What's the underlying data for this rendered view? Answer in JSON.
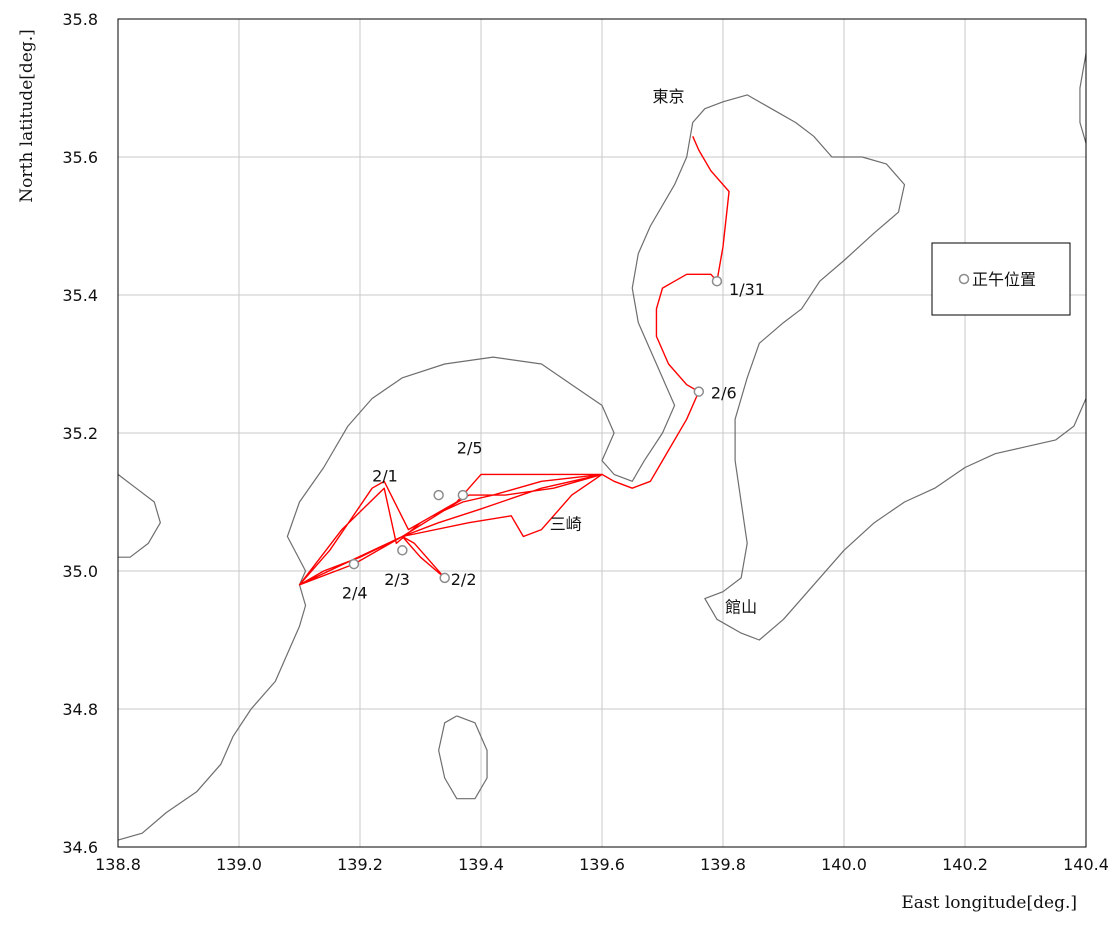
{
  "chart_data": {
    "type": "map",
    "xlabel": "East longitude[deg.]",
    "ylabel": "North latitude[deg.]",
    "xlim": [
      138.8,
      140.4
    ],
    "ylim": [
      34.6,
      35.8
    ],
    "xticks": [
      138.8,
      139.0,
      139.2,
      139.4,
      139.6,
      139.8,
      140.0,
      140.2,
      140.4
    ],
    "yticks": [
      34.6,
      34.8,
      35.0,
      35.2,
      35.4,
      35.6,
      35.8
    ],
    "xtick_labels": [
      "138.8",
      "139.0",
      "139.2",
      "139.4",
      "139.6",
      "139.8",
      "140.0",
      "140.2",
      "140.4"
    ],
    "ytick_labels": [
      "34.6",
      "34.8",
      "35.0",
      "35.2",
      "35.4",
      "35.6",
      "35.8"
    ],
    "grid": true,
    "legend": {
      "label": "正午位置",
      "position": "right"
    },
    "track_color": "#ff0000",
    "coast_color": "#6e6e6e",
    "marker_color": "#8c8c8c",
    "track": [
      [
        139.75,
        35.63
      ],
      [
        139.76,
        35.61
      ],
      [
        139.78,
        35.58
      ],
      [
        139.81,
        35.55
      ],
      [
        139.8,
        35.47
      ],
      [
        139.79,
        35.42
      ],
      [
        139.78,
        35.43
      ],
      [
        139.76,
        35.43
      ],
      [
        139.74,
        35.43
      ],
      [
        139.72,
        35.42
      ],
      [
        139.7,
        35.41
      ],
      [
        139.69,
        35.38
      ],
      [
        139.69,
        35.34
      ],
      [
        139.71,
        35.3
      ],
      [
        139.74,
        35.27
      ],
      [
        139.76,
        35.26
      ],
      [
        139.74,
        35.22
      ],
      [
        139.7,
        35.16
      ],
      [
        139.68,
        35.13
      ],
      [
        139.65,
        35.12
      ],
      [
        139.62,
        35.13
      ],
      [
        139.6,
        35.14
      ],
      [
        139.5,
        35.13
      ],
      [
        139.42,
        35.11
      ],
      [
        139.37,
        35.1
      ],
      [
        139.32,
        35.08
      ],
      [
        139.28,
        35.06
      ],
      [
        139.24,
        35.13
      ],
      [
        139.22,
        35.12
      ],
      [
        139.15,
        35.03
      ],
      [
        139.1,
        34.98
      ],
      [
        139.14,
        35.0
      ],
      [
        139.2,
        35.02
      ],
      [
        139.27,
        35.05
      ],
      [
        139.29,
        35.04
      ],
      [
        139.34,
        34.99
      ],
      [
        139.3,
        35.02
      ],
      [
        139.27,
        35.05
      ],
      [
        139.33,
        35.07
      ],
      [
        139.4,
        35.09
      ],
      [
        139.5,
        35.12
      ],
      [
        139.6,
        35.14
      ],
      [
        139.55,
        35.11
      ],
      [
        139.5,
        35.06
      ],
      [
        139.47,
        35.05
      ],
      [
        139.45,
        35.08
      ],
      [
        139.38,
        35.07
      ],
      [
        139.27,
        35.05
      ],
      [
        139.19,
        35.01
      ],
      [
        139.1,
        34.98
      ],
      [
        139.17,
        35.06
      ],
      [
        139.24,
        35.12
      ],
      [
        139.26,
        35.04
      ],
      [
        139.3,
        35.07
      ],
      [
        139.36,
        35.1
      ],
      [
        139.38,
        35.12
      ],
      [
        139.4,
        35.14
      ],
      [
        139.47,
        35.14
      ],
      [
        139.6,
        35.14
      ],
      [
        139.52,
        35.12
      ],
      [
        139.44,
        35.11
      ],
      [
        139.38,
        35.11
      ],
      [
        139.27,
        35.05
      ],
      [
        139.1,
        34.98
      ]
    ],
    "noon_positions": [
      {
        "label": "1/31",
        "lon": 139.79,
        "lat": 35.42
      },
      {
        "label": "2/1",
        "lon": 139.33,
        "lat": 35.11
      },
      {
        "label": "2/2",
        "lon": 139.34,
        "lat": 34.99
      },
      {
        "label": "2/3",
        "lon": 139.27,
        "lat": 35.03
      },
      {
        "label": "2/4",
        "lon": 139.19,
        "lat": 35.01
      },
      {
        "label": "2/5",
        "lon": 139.37,
        "lat": 35.11
      },
      {
        "label": "2/6",
        "lon": 139.76,
        "lat": 35.26
      }
    ],
    "date_labels": [
      {
        "text": "1/31",
        "lon": 139.81,
        "lat": 35.4
      },
      {
        "text": "2/1",
        "lon": 139.22,
        "lat": 35.13
      },
      {
        "text": "2/2",
        "lon": 139.35,
        "lat": 34.98
      },
      {
        "text": "2/3",
        "lon": 139.24,
        "lat": 34.98
      },
      {
        "text": "2/4",
        "lon": 139.17,
        "lat": 34.96
      },
      {
        "text": "2/5",
        "lon": 139.36,
        "lat": 35.17
      },
      {
        "text": "2/6",
        "lon": 139.78,
        "lat": 35.25
      }
    ],
    "places": [
      {
        "name": "東京",
        "lon": 139.71,
        "lat": 35.68
      },
      {
        "name": "三崎",
        "lon": 139.54,
        "lat": 35.06
      },
      {
        "name": "館山",
        "lon": 139.83,
        "lat": 34.94
      }
    ],
    "coastlines": [
      [
        [
          138.8,
          35.14
        ],
        [
          138.83,
          35.12
        ],
        [
          138.86,
          35.1
        ],
        [
          138.87,
          35.07
        ],
        [
          138.85,
          35.04
        ],
        [
          138.82,
          35.02
        ],
        [
          138.8,
          35.02
        ]
      ],
      [
        [
          139.1,
          34.98
        ],
        [
          139.11,
          35.0
        ],
        [
          139.08,
          35.05
        ],
        [
          139.1,
          35.1
        ],
        [
          139.14,
          35.15
        ],
        [
          139.18,
          35.21
        ],
        [
          139.22,
          35.25
        ],
        [
          139.27,
          35.28
        ],
        [
          139.34,
          35.3
        ],
        [
          139.42,
          35.31
        ],
        [
          139.5,
          35.3
        ],
        [
          139.55,
          35.27
        ],
        [
          139.6,
          35.24
        ],
        [
          139.62,
          35.2
        ],
        [
          139.6,
          35.16
        ],
        [
          139.62,
          35.14
        ],
        [
          139.65,
          35.13
        ],
        [
          139.67,
          35.16
        ],
        [
          139.7,
          35.2
        ],
        [
          139.72,
          35.24
        ],
        [
          139.7,
          35.28
        ],
        [
          139.68,
          35.32
        ],
        [
          139.66,
          35.36
        ],
        [
          139.65,
          35.41
        ],
        [
          139.66,
          35.46
        ],
        [
          139.68,
          35.5
        ],
        [
          139.7,
          35.53
        ],
        [
          139.72,
          35.56
        ],
        [
          139.74,
          35.6
        ],
        [
          139.75,
          35.65
        ],
        [
          139.77,
          35.67
        ],
        [
          139.8,
          35.68
        ],
        [
          139.84,
          35.69
        ],
        [
          139.88,
          35.67
        ],
        [
          139.92,
          35.65
        ],
        [
          139.95,
          35.63
        ],
        [
          139.98,
          35.6
        ],
        [
          140.03,
          35.6
        ],
        [
          140.07,
          35.59
        ],
        [
          140.1,
          35.56
        ],
        [
          140.09,
          35.52
        ],
        [
          140.05,
          35.49
        ],
        [
          140.0,
          35.45
        ],
        [
          139.96,
          35.42
        ],
        [
          139.93,
          35.38
        ],
        [
          139.9,
          35.36
        ],
        [
          139.86,
          35.33
        ],
        [
          139.84,
          35.28
        ],
        [
          139.82,
          35.22
        ],
        [
          139.82,
          35.16
        ],
        [
          139.83,
          35.1
        ],
        [
          139.84,
          35.04
        ],
        [
          139.83,
          34.99
        ],
        [
          139.8,
          34.97
        ],
        [
          139.77,
          34.96
        ],
        [
          139.79,
          34.93
        ],
        [
          139.83,
          34.91
        ],
        [
          139.86,
          34.9
        ],
        [
          139.9,
          34.93
        ],
        [
          139.95,
          34.98
        ],
        [
          140.0,
          35.03
        ],
        [
          140.05,
          35.07
        ],
        [
          140.1,
          35.1
        ],
        [
          140.15,
          35.12
        ],
        [
          140.2,
          35.15
        ],
        [
          140.25,
          35.17
        ],
        [
          140.3,
          35.18
        ],
        [
          140.35,
          35.19
        ],
        [
          140.38,
          35.21
        ],
        [
          140.4,
          35.25
        ]
      ],
      [
        [
          139.1,
          34.98
        ],
        [
          139.11,
          34.95
        ],
        [
          139.1,
          34.92
        ],
        [
          139.08,
          34.88
        ],
        [
          139.06,
          34.84
        ],
        [
          139.02,
          34.8
        ],
        [
          138.99,
          34.76
        ],
        [
          138.97,
          34.72
        ],
        [
          138.93,
          34.68
        ],
        [
          138.88,
          34.65
        ],
        [
          138.84,
          34.62
        ],
        [
          138.8,
          34.61
        ]
      ],
      [
        [
          139.36,
          34.79
        ],
        [
          139.39,
          34.78
        ],
        [
          139.41,
          34.74
        ],
        [
          139.41,
          34.7
        ],
        [
          139.39,
          34.67
        ],
        [
          139.36,
          34.67
        ],
        [
          139.34,
          34.7
        ],
        [
          139.33,
          34.74
        ],
        [
          139.34,
          34.78
        ],
        [
          139.36,
          34.79
        ]
      ],
      [
        [
          140.4,
          35.75
        ],
        [
          140.39,
          35.7
        ],
        [
          140.39,
          35.65
        ],
        [
          140.4,
          35.62
        ]
      ]
    ]
  }
}
